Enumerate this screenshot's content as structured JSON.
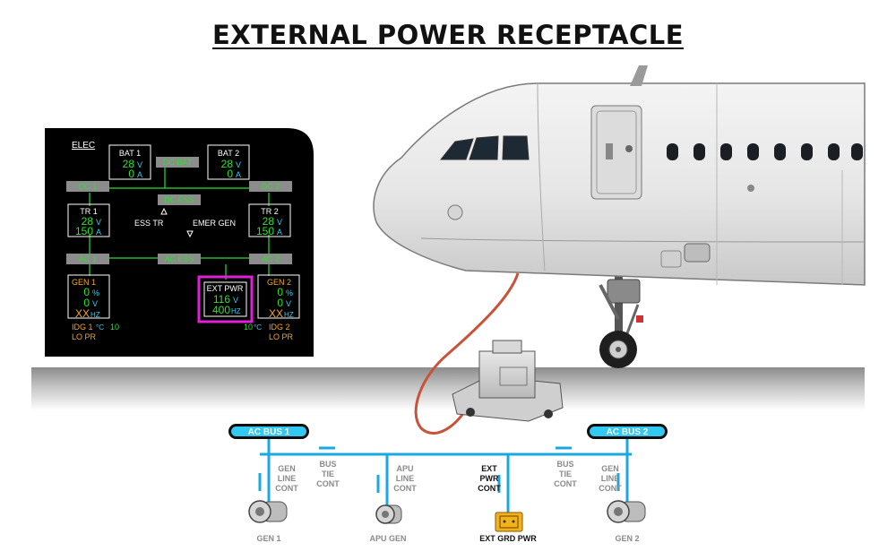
{
  "title": "EXTERNAL POWER RECEPTACLE",
  "ecam": {
    "page": "ELEC",
    "bat1": {
      "label": "BAT 1",
      "volts": "28",
      "amps": "0"
    },
    "bat2": {
      "label": "BAT 2",
      "volts": "28",
      "amps": "0"
    },
    "dc_bat": "DC BAT",
    "dc1": "DC 1",
    "dc2": "DC 2",
    "dc_ess": "DC ESS",
    "tr1": {
      "label": "TR 1",
      "volts": "28",
      "amps": "150"
    },
    "tr2": {
      "label": "TR 2",
      "volts": "28",
      "amps": "150"
    },
    "ess_tr": "ESS TR",
    "emer_gen": "EMER GEN",
    "ac1": "AC 1",
    "ac2": "AC 2",
    "ac_ess": "AC ESS",
    "gen1": {
      "label": "GEN 1",
      "load": "0",
      "volts": "0",
      "freq": "XX"
    },
    "gen2": {
      "label": "GEN 2",
      "load": "0",
      "volts": "0",
      "freq": "XX"
    },
    "ext_pwr": {
      "label": "EXT PWR",
      "volts": "116",
      "freq": "400"
    },
    "idg1": {
      "label": "IDG 1",
      "temp": "10",
      "status": "LO PR"
    },
    "idg2": {
      "label": "IDG 2",
      "temp": "10",
      "status": "LO PR"
    },
    "units": {
      "v": "V",
      "a": "A",
      "pct": "%",
      "hz": "HZ",
      "degc": "°C"
    }
  },
  "schematic": {
    "ac_bus_1": "AC BUS 1",
    "ac_bus_2": "AC BUS 2",
    "gen_line_cont": [
      "GEN",
      "LINE",
      "CONT"
    ],
    "bus_tie_cont": [
      "BUS",
      "TIE",
      "CONT"
    ],
    "apu_line_cont": [
      "APU",
      "LINE",
      "CONT"
    ],
    "ext_pwr_cont": [
      "EXT",
      "PWR",
      "CONT"
    ],
    "gen1": "GEN 1",
    "apu_gen": "APU GEN",
    "ext_grd_pwr": "EXT GRD PWR",
    "gen2": "GEN 2"
  },
  "colors": {
    "ecam_bg": "#000000",
    "ecam_green": "#2ee02e",
    "ecam_amber": "#f5a623",
    "ecam_cyan": "#2fd0f0",
    "highlight": "#e020d8",
    "bus_blue": "#1aa8e0",
    "bus_label": "#33c8f2",
    "cable": "#c9533a",
    "grey_text": "#8a8a8a",
    "ext_grd_yellow": "#f2b21c"
  }
}
